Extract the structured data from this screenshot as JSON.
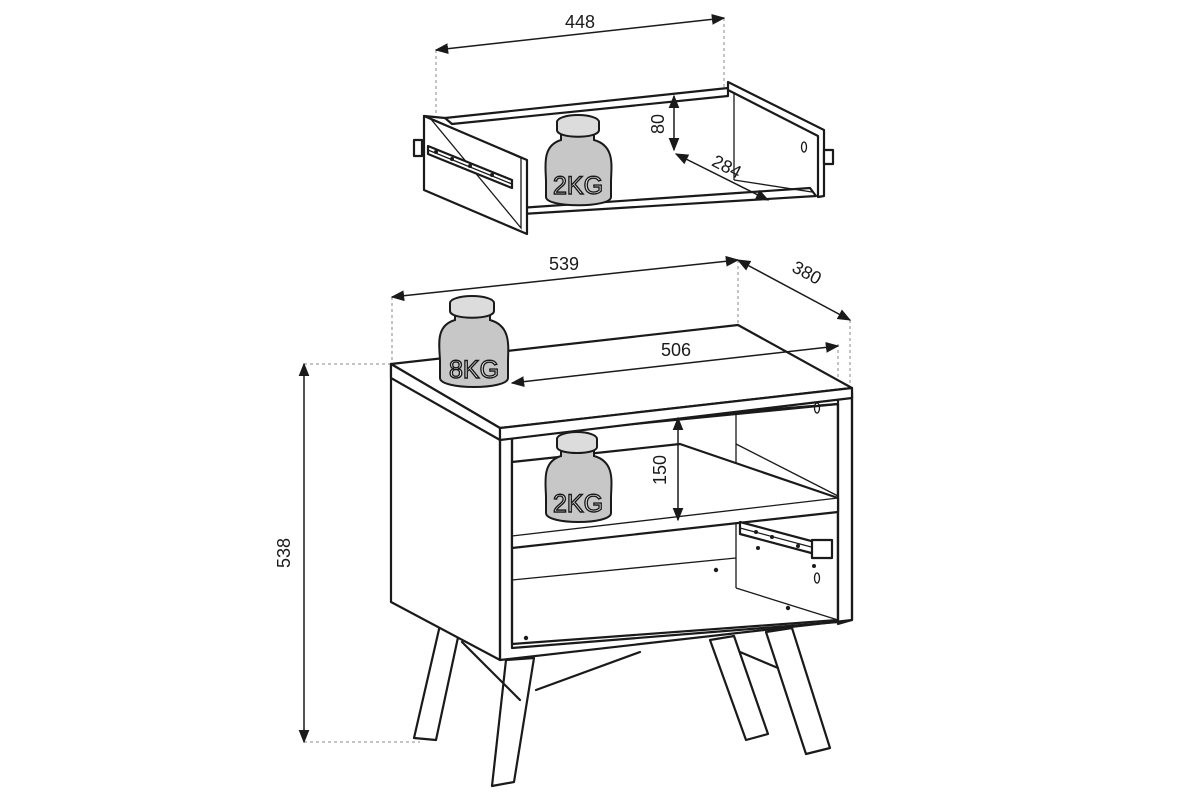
{
  "drawing": {
    "subject": "nightstand with drawer",
    "drawer": {
      "width_label": "448",
      "height_label": "80",
      "depth_label": "284",
      "weight_label": "2KG"
    },
    "cabinet": {
      "width_label": "539",
      "depth_label": "380",
      "inner_width_label": "506",
      "height_label": "538",
      "top_weight_label": "8KG",
      "shelf_gap_label": "150",
      "shelf_weight_label": "2KG"
    }
  }
}
